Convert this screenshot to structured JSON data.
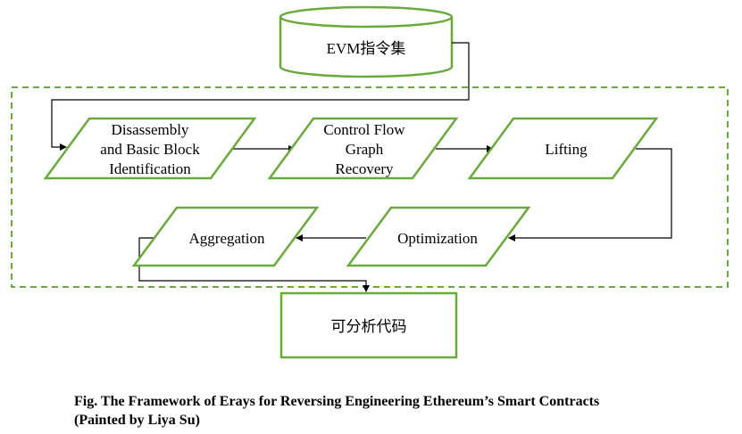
{
  "diagram": {
    "nodes": {
      "evm": {
        "label": "EVM指令集"
      },
      "disassembly": {
        "lines": [
          "Disassembly",
          "and Basic Block",
          "Identification"
        ]
      },
      "cfg": {
        "lines": [
          "Control Flow",
          "Graph",
          "Recovery"
        ]
      },
      "lifting": {
        "lines": [
          "Lifting"
        ]
      },
      "optimization": {
        "lines": [
          "Optimization"
        ]
      },
      "aggregation": {
        "lines": [
          "Aggregation"
        ]
      },
      "output": {
        "label": "可分析代码"
      }
    }
  },
  "caption": {
    "line1": "Fig. The Framework of Erays for Reversing Engineering Ethereum’s Smart Contracts",
    "line2": "(Painted by Liya Su)"
  },
  "colors": {
    "shape_stroke": "#6aaa3a",
    "connector": "#000000",
    "text": "#000000"
  }
}
